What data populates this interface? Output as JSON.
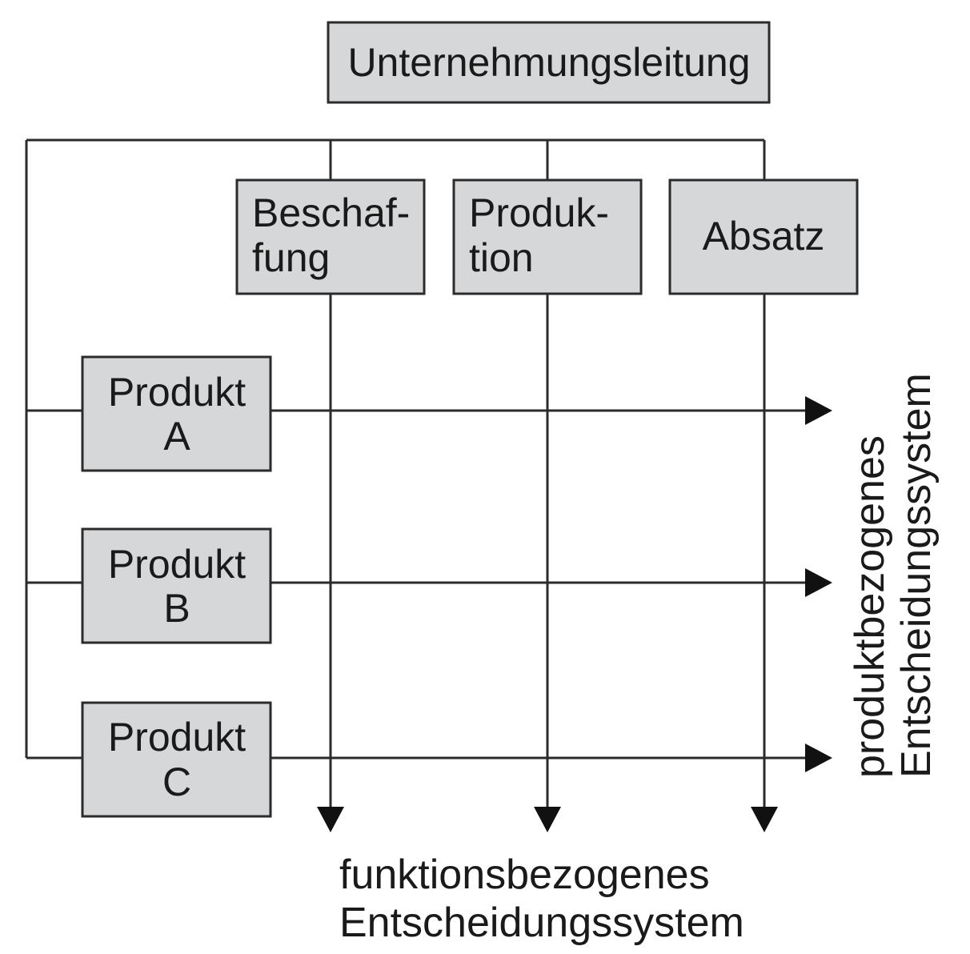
{
  "top": {
    "label": "Unternehmungsleitung"
  },
  "functions": [
    {
      "line1": "Beschaf-",
      "line2": "fung"
    },
    {
      "line1": "Produk-",
      "line2": "tion"
    },
    {
      "line1": "Absatz"
    }
  ],
  "products": [
    {
      "line1": "Produkt",
      "line2": "A"
    },
    {
      "line1": "Produkt",
      "line2": "B"
    },
    {
      "line1": "Produkt",
      "line2": "C"
    }
  ],
  "axis_bottom": {
    "line1": "funktionsbezogenes",
    "line2": "Entscheidungssystem"
  },
  "axis_right": {
    "line1": "produktbezogenes",
    "line2": "Entscheidungssystem"
  },
  "colors": {
    "box_fill": "#d5d7d8",
    "line": "#2b2b2b"
  }
}
